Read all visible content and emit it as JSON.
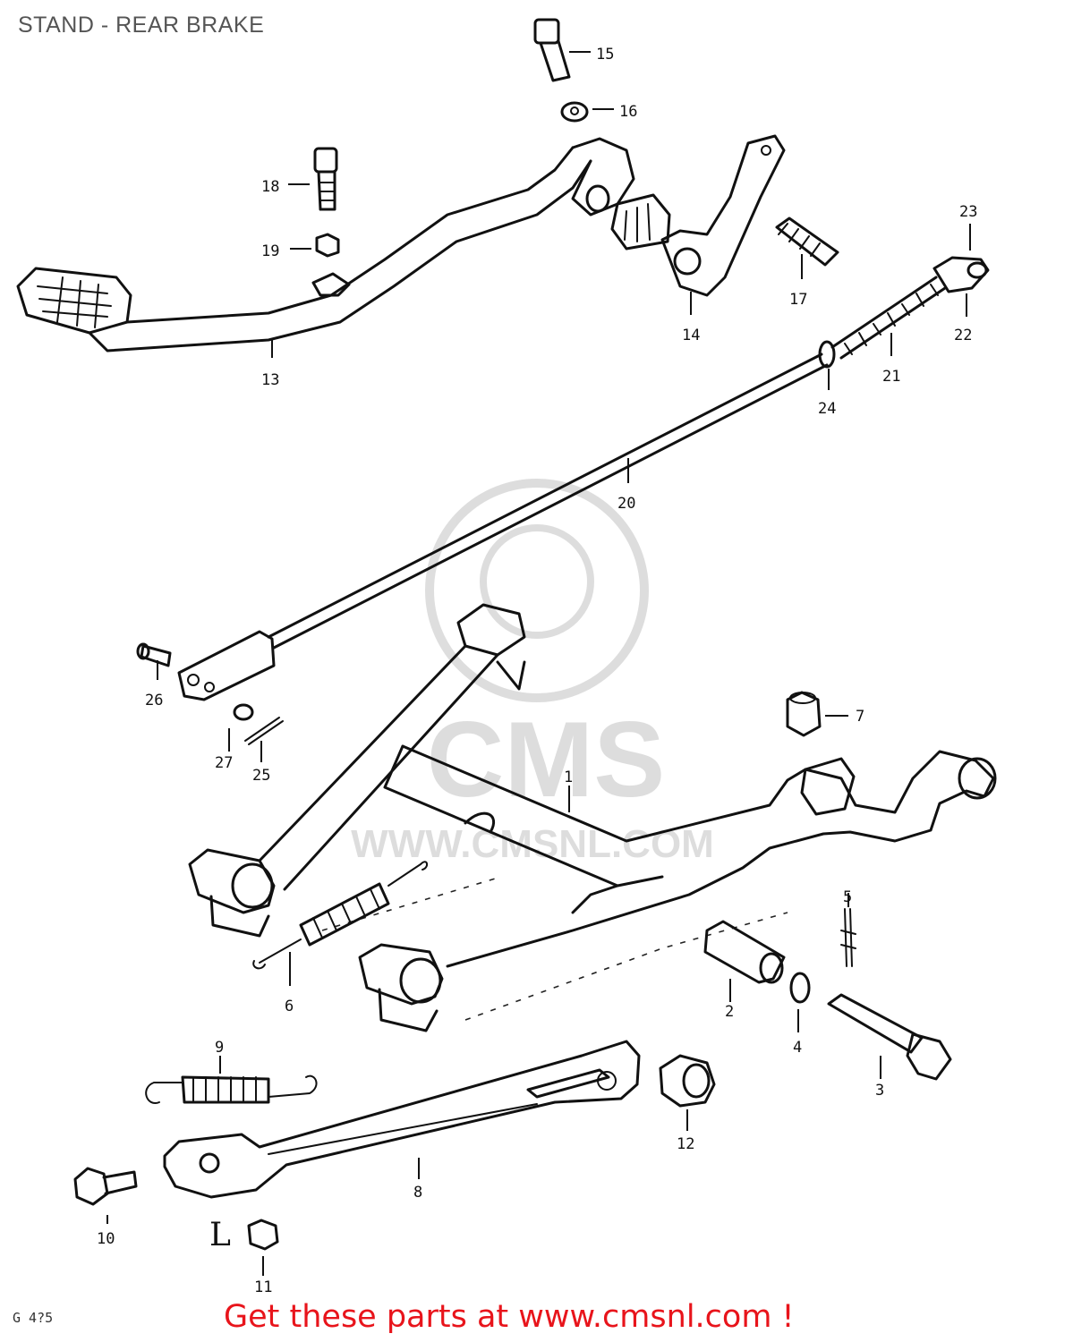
{
  "title": "STAND - REAR BRAKE",
  "drawing_code": "G 4?5",
  "cta": "Get these parts at www.cmsnl.com !",
  "watermark": {
    "brand": "CMS",
    "url": "WWW.CMSNL.COM"
  },
  "side_mark": "L",
  "parts": [
    {
      "label": "1",
      "name": "center-stand"
    },
    {
      "label": "2",
      "name": "stand-shaft-bush"
    },
    {
      "label": "3",
      "name": "stand-bolt"
    },
    {
      "label": "4",
      "name": "washer"
    },
    {
      "label": "5",
      "name": "cotter-pin"
    },
    {
      "label": "6",
      "name": "stand-spring"
    },
    {
      "label": "7",
      "name": "stopper-rubber"
    },
    {
      "label": "8",
      "name": "side-stand"
    },
    {
      "label": "9",
      "name": "side-stand-spring"
    },
    {
      "label": "10",
      "name": "side-stand-bolt"
    },
    {
      "label": "11",
      "name": "side-stand-nut"
    },
    {
      "label": "12",
      "name": "side-stand-bush"
    },
    {
      "label": "13",
      "name": "rear-brake-pedal"
    },
    {
      "label": "14",
      "name": "brake-arm"
    },
    {
      "label": "15",
      "name": "pedal-bolt"
    },
    {
      "label": "16",
      "name": "pedal-washer"
    },
    {
      "label": "17",
      "name": "pedal-spring"
    },
    {
      "label": "18",
      "name": "adjuster-bolt"
    },
    {
      "label": "19",
      "name": "adjuster-nut"
    },
    {
      "label": "20",
      "name": "brake-rod"
    },
    {
      "label": "21",
      "name": "rod-spring"
    },
    {
      "label": "22",
      "name": "rod-joint"
    },
    {
      "label": "23",
      "name": "joint-pin"
    },
    {
      "label": "24",
      "name": "rod-washer"
    },
    {
      "label": "25",
      "name": "cotter-pin-rod"
    },
    {
      "label": "26",
      "name": "rod-pin"
    },
    {
      "label": "27",
      "name": "rod-washer-small"
    }
  ]
}
